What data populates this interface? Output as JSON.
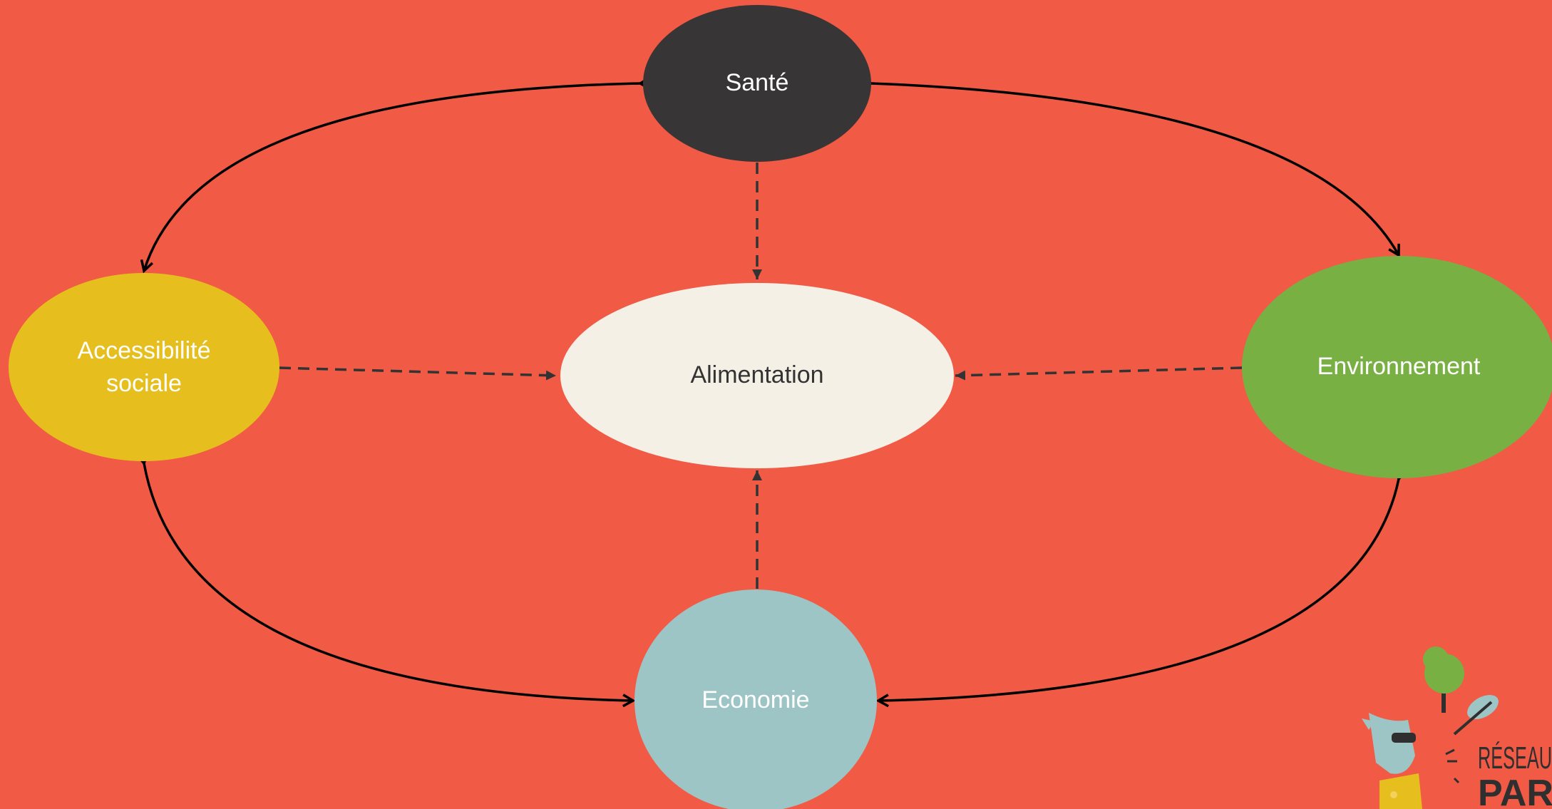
{
  "diagram": {
    "center": {
      "label": "Alimentation",
      "color": "#F5F0E6"
    },
    "nodes": {
      "sante": {
        "label": "Santé",
        "color": "#373535"
      },
      "accessibilite": {
        "label_line1": "Accessibilité",
        "label_line2": "sociale",
        "color": "#E6BE1D"
      },
      "environnement": {
        "label": "Environnement",
        "color": "#79B044"
      },
      "economie": {
        "label": "Economie",
        "color": "#9EC5C5"
      }
    },
    "background_color": "#F15A45",
    "edge_color": "#000000",
    "dashed_edge_color": "#333333"
  },
  "logo": {
    "line1": "RÉSEAU",
    "line2": "PAR"
  }
}
